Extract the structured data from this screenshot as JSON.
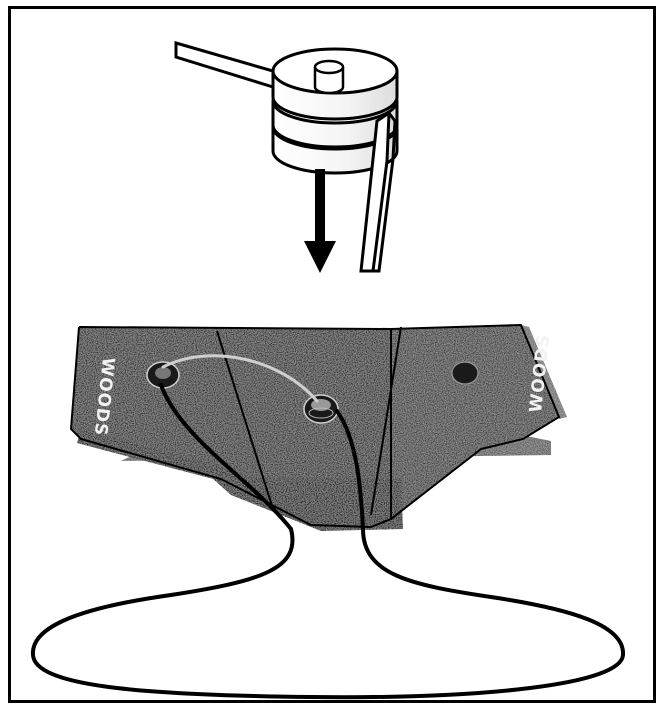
{
  "illustration": {
    "brand_label_left": "WOODS",
    "brand_label_right": "WOODS",
    "colors": {
      "ink": "#000000",
      "blade_dark": "#2b2b2b",
      "blade_mid": "#4a4a4a",
      "blade_light": "#7a7a7a",
      "paper": "#ffffff"
    },
    "components": [
      "stacked-pulley",
      "drive-belt",
      "downward-arrow",
      "mower-blade-deck",
      "mounting-bolts",
      "cable-loop"
    ]
  }
}
